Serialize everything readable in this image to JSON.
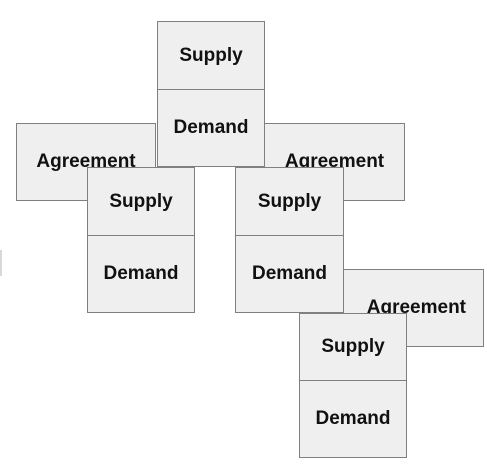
{
  "colors": {
    "box_fill": "#efefef",
    "box_border": "#7f7f7f",
    "text": "#111111",
    "background": "#ffffff"
  },
  "nodes": {
    "top_supply": "Supply",
    "top_demand": "Demand",
    "left_agreement": "Agreement",
    "right_agreement": "Agreement",
    "left_supply": "Supply",
    "left_demand": "Demand",
    "middle_supply": "Supply",
    "middle_demand": "Demand",
    "lower_agreement": "Agreement",
    "bottom_supply": "Supply",
    "bottom_demand": "Demand"
  }
}
